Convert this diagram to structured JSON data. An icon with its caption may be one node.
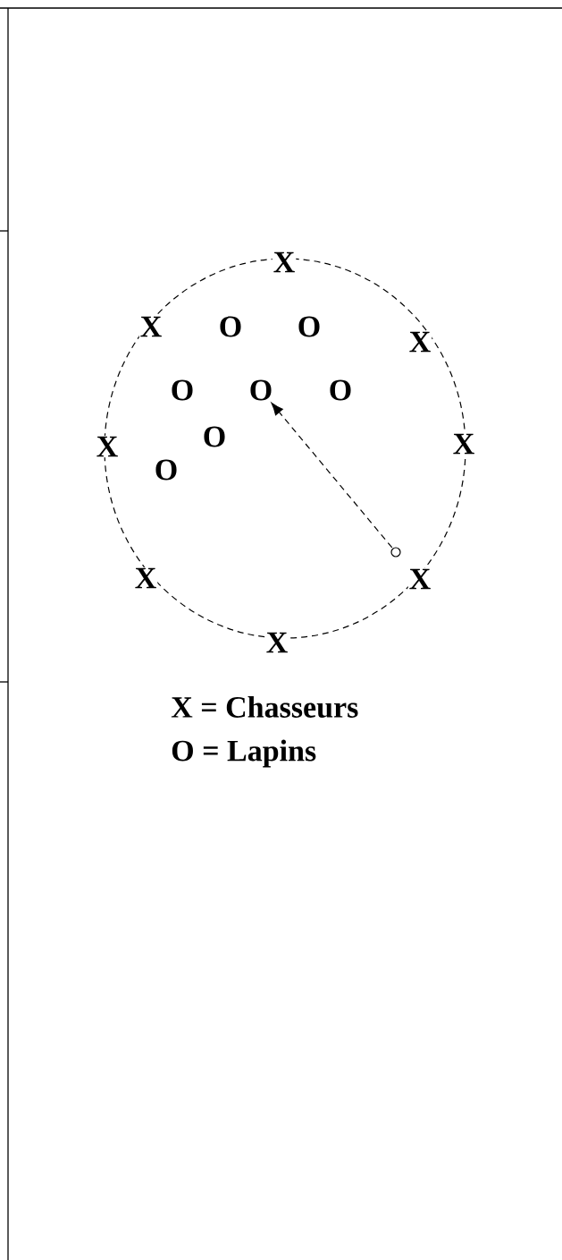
{
  "diagram": {
    "nodes": [
      {
        "text": [
          "O"
        ]
      },
      {
        "text": [],
        "shape": "circle"
      }
    ],
    "edges": [
      {
        "from": 1,
        "to": 0,
        "arrow": "to",
        "style": "dashed"
      }
    ],
    "labels": [
      "X",
      "X",
      "O",
      "O",
      "X",
      "O",
      "O",
      "O",
      "X",
      "X",
      "O",
      "X",
      "X",
      "X",
      "X = Chasseurs",
      "O = Lapins"
    ]
  }
}
